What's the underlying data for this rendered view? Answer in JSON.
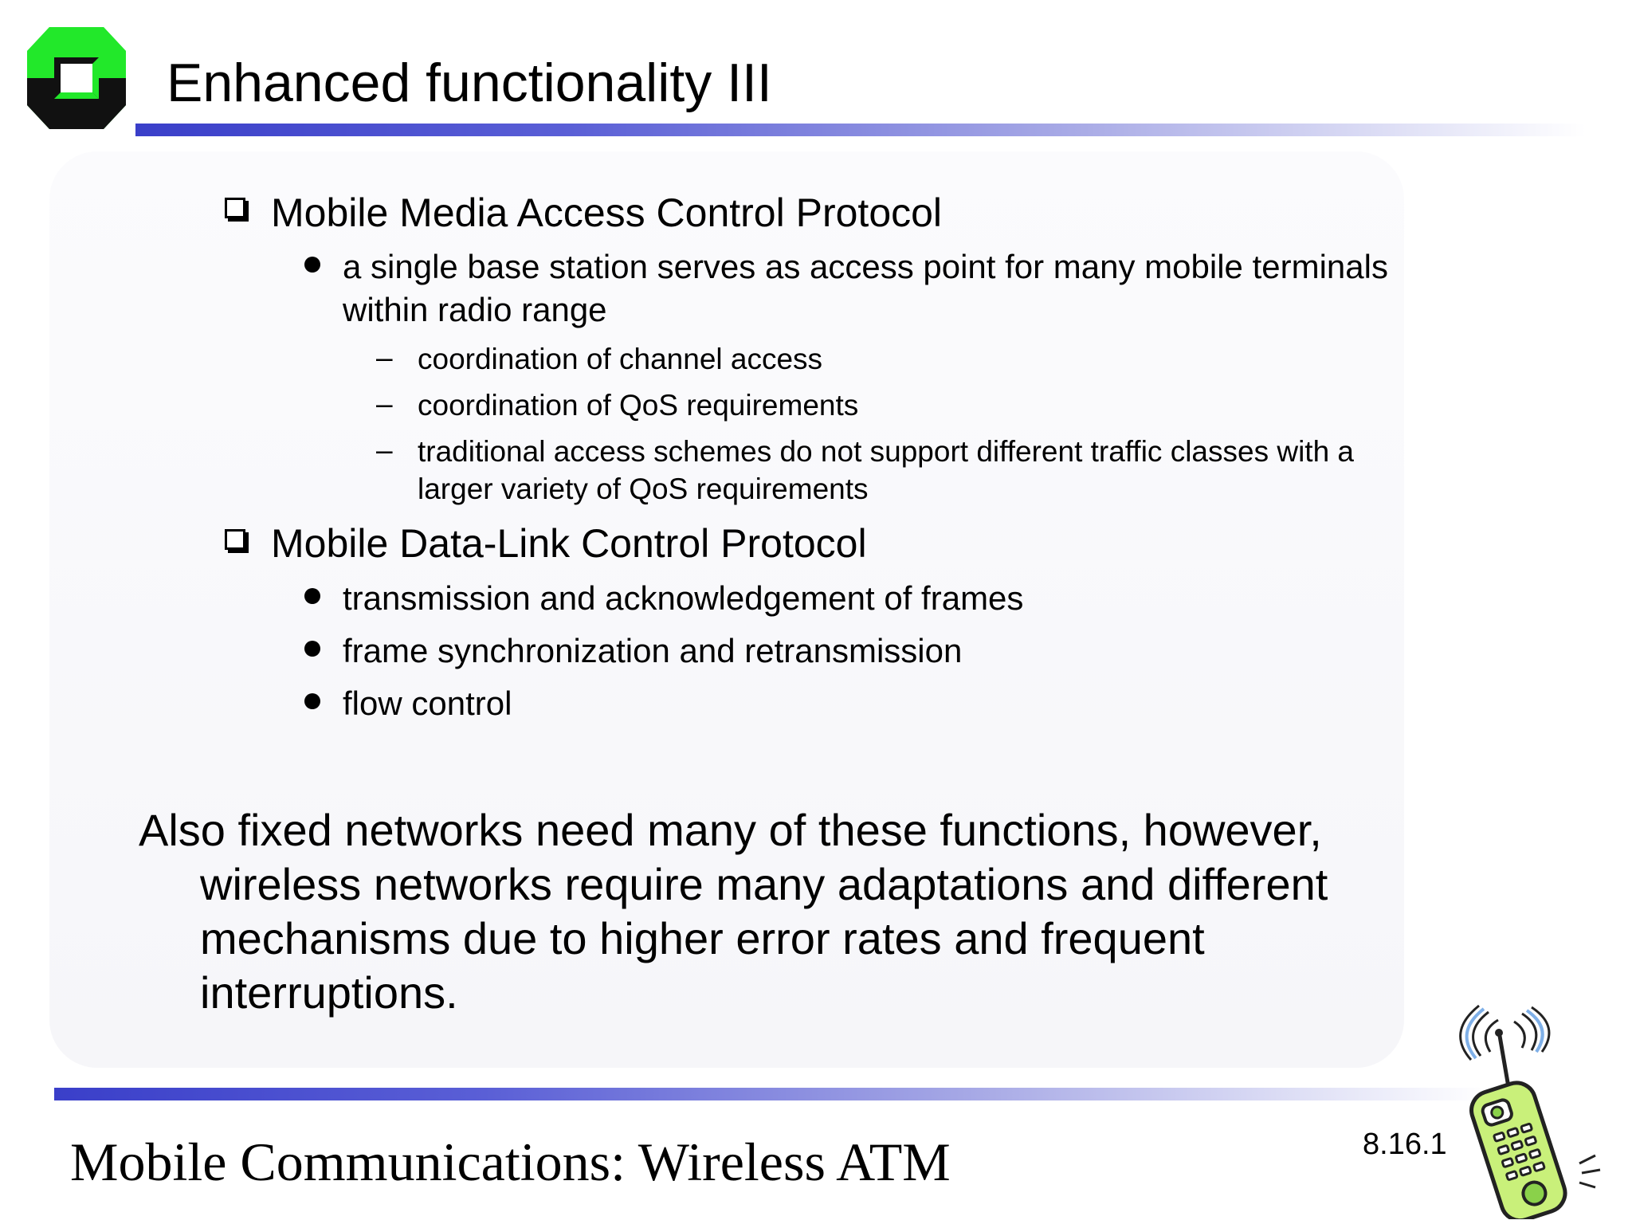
{
  "slide": {
    "title": "Enhanced functionality III",
    "bullets": [
      {
        "label": "Mobile Media Access Control Protocol",
        "subitems": [
          {
            "line1": "a single base station serves as access point for many mobile terminals",
            "line2": "within radio range",
            "subitems": [
              {
                "line1": "coordination of channel access"
              },
              {
                "line1": "coordination of QoS requirements"
              },
              {
                "line1": "traditional access schemes do not support different traffic classes with a",
                "line2": "larger variety of QoS requirements"
              }
            ]
          }
        ]
      },
      {
        "label": "Mobile Data-Link Control Protocol",
        "subitems": [
          {
            "line1": "transmission and acknowledgement of frames"
          },
          {
            "line1": "frame synchronization and retransmission"
          },
          {
            "line1": "flow control"
          }
        ]
      }
    ],
    "summary": {
      "line1": "Also fixed networks need many of these functions, however,",
      "line2": "wireless networks require many adaptations and different",
      "line3": "mechanisms due to higher error rates and frequent",
      "line4": "interruptions."
    }
  },
  "footer": {
    "title": "Mobile Communications: Wireless ATM",
    "page_number": "8.16.1"
  },
  "colors": {
    "bar_start": "#3a3fc9",
    "logo_green": "#22e82a",
    "phone_green": "#c9f07a"
  },
  "icons": {
    "logo": "university-logo-icon",
    "phone": "mobile-phone-icon"
  }
}
